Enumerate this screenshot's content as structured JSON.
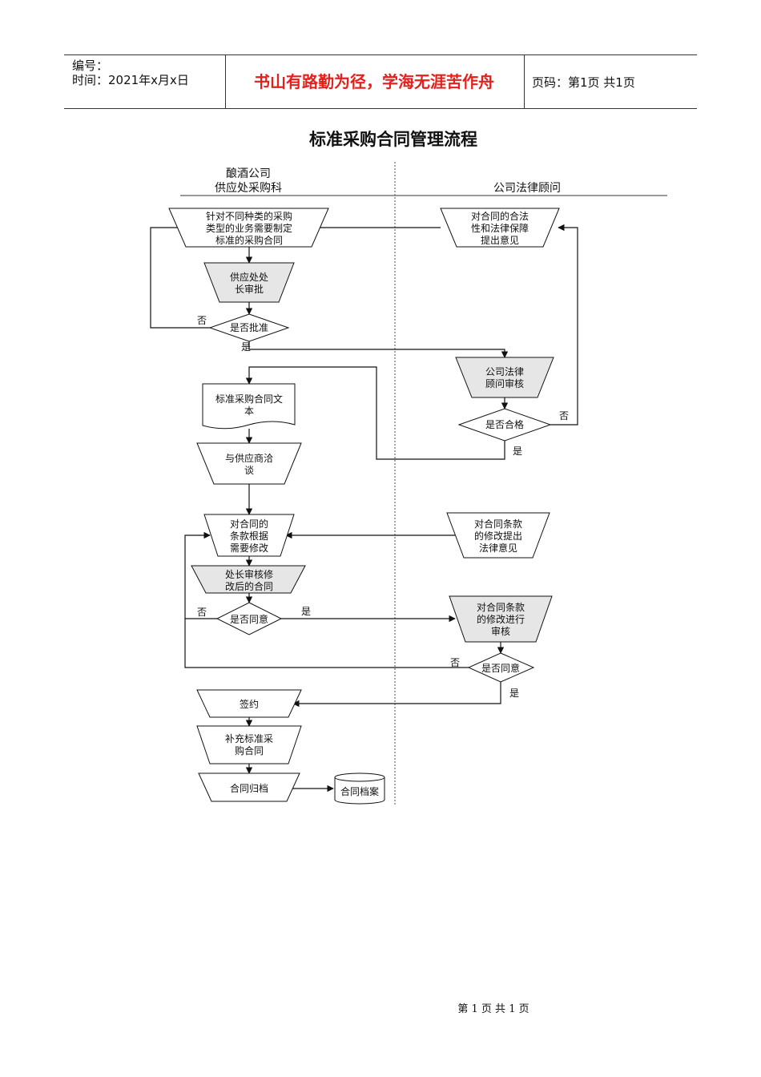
{
  "header": {
    "number_label": "编号：",
    "time_label": "时间：2021年x月x日",
    "motto": "书山有路勤为径，学海无涯苦作舟",
    "page_label": "页码：第1页  共1页"
  },
  "title": "标准采购合同管理流程",
  "lanes": {
    "left_line1": "酿酒公司",
    "left_line2": "供应处采购科",
    "right": "公司法律顾问"
  },
  "nodes": {
    "draft": [
      "针对不同种类的采购",
      "类型的业务需要制定",
      "标准的采购合同"
    ],
    "legal_opinion": [
      "对合同的合法",
      "性和法律保障",
      "提出意见"
    ],
    "director_approve": [
      "供应处处",
      "长审批"
    ],
    "approved_q": "是否批准",
    "legal_review": [
      "公司法律",
      "顾问审核"
    ],
    "qualified_q": "是否合格",
    "std_text": [
      "标准采购合同文",
      "本"
    ],
    "negotiate": [
      "与供应商洽",
      "谈"
    ],
    "modify": [
      "对合同的",
      "条款根据",
      "需要修改"
    ],
    "legal_mod_opinion": [
      "对合同条款",
      "的修改提出",
      "法律意见"
    ],
    "director_review": [
      "处长审核修",
      "改后的合同"
    ],
    "agree_q1": "是否同意",
    "legal_mod_review": [
      "对合同条款",
      "的修改进行",
      "审核"
    ],
    "agree_q2": "是否同意",
    "sign": "签约",
    "supplement": [
      "补充标准采",
      "购合同"
    ],
    "archive": "合同归档",
    "archive_store": "合同档案"
  },
  "edge_labels": {
    "no": "否",
    "yes": "是"
  },
  "footer": "第 1 页 共 1 页"
}
